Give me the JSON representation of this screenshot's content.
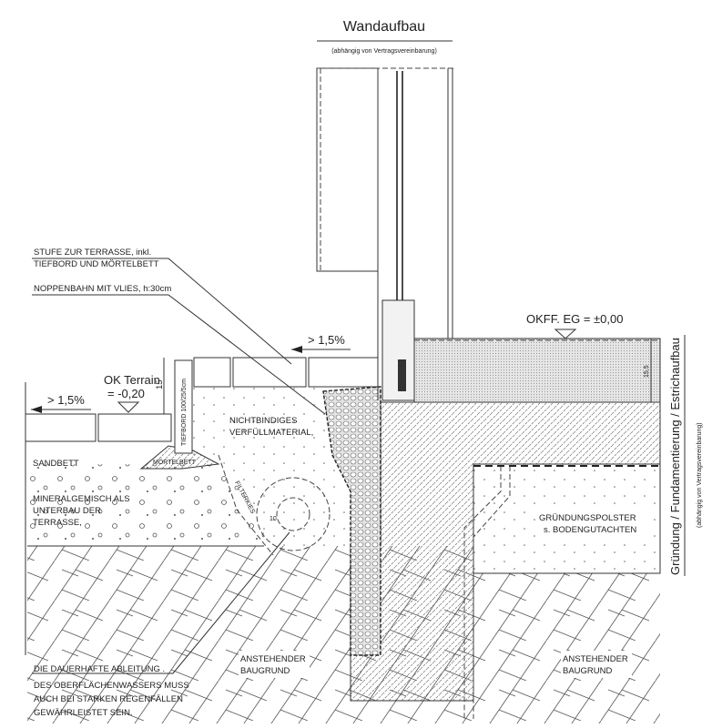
{
  "header": {
    "title": "Wandaufbau",
    "subtitle": "(abhängig von Vertragsvereinbarung)"
  },
  "labels": {
    "stufe_line1": "STUFE ZUR TERRASSE, inkl.",
    "stufe_line2": "TIEFBORD UND MÖRTELBETT",
    "noppenbahn": "NOPPENBAHN MIT VLIES, h:30cm",
    "slope_upper": "> 1,5%",
    "slope_lower": "> 1,5%",
    "ok_terrain": "OK Terrain",
    "ok_terrain_value": "= -0,20",
    "step_height": "15",
    "tiefbord": "TIEFBORD 100/25/5cm",
    "verfuell_line1": "NICHTBINDIGES",
    "verfuell_line2": "VERFÜLLMATERIAL,",
    "sandbett": "SANDBETT",
    "moertelbett": "MÖRTELBETT",
    "mineral_line1": "MINERALGEMISCH ALS",
    "mineral_line2": "UNTERBAU DER",
    "mineral_line3": "TERRASSE,",
    "filterkies": "FILTERKIES",
    "drain_dim": "10",
    "note_line1": "DIE DAUERHAFTE ABLEITUNG .",
    "note_line2": "DES OBERFLÄCHENWASSERS MUSS",
    "note_line3": "AUCH BEI STARKEN REGENFÄLLEN",
    "note_line4": "GEWÄHRLEISTET SEIN.",
    "baugrund_left_1": "ANSTEHENDER",
    "baugrund_left_2": "BAUGRUND",
    "baugrund_right_1": "ANSTEHENDER",
    "baugrund_right_2": "BAUGRUND",
    "okff": "OKFF. EG = ±0,00",
    "screed_height": "15,5",
    "polster_line1": "GRÜNDUNGSPOLSTER",
    "polster_line2": "s. BODENGUTACHTEN",
    "side_title": "Gründung / Fundamentierung / Estrichaufbau",
    "side_subtitle": "(abhängig von Vertragsvereinbarung)"
  }
}
